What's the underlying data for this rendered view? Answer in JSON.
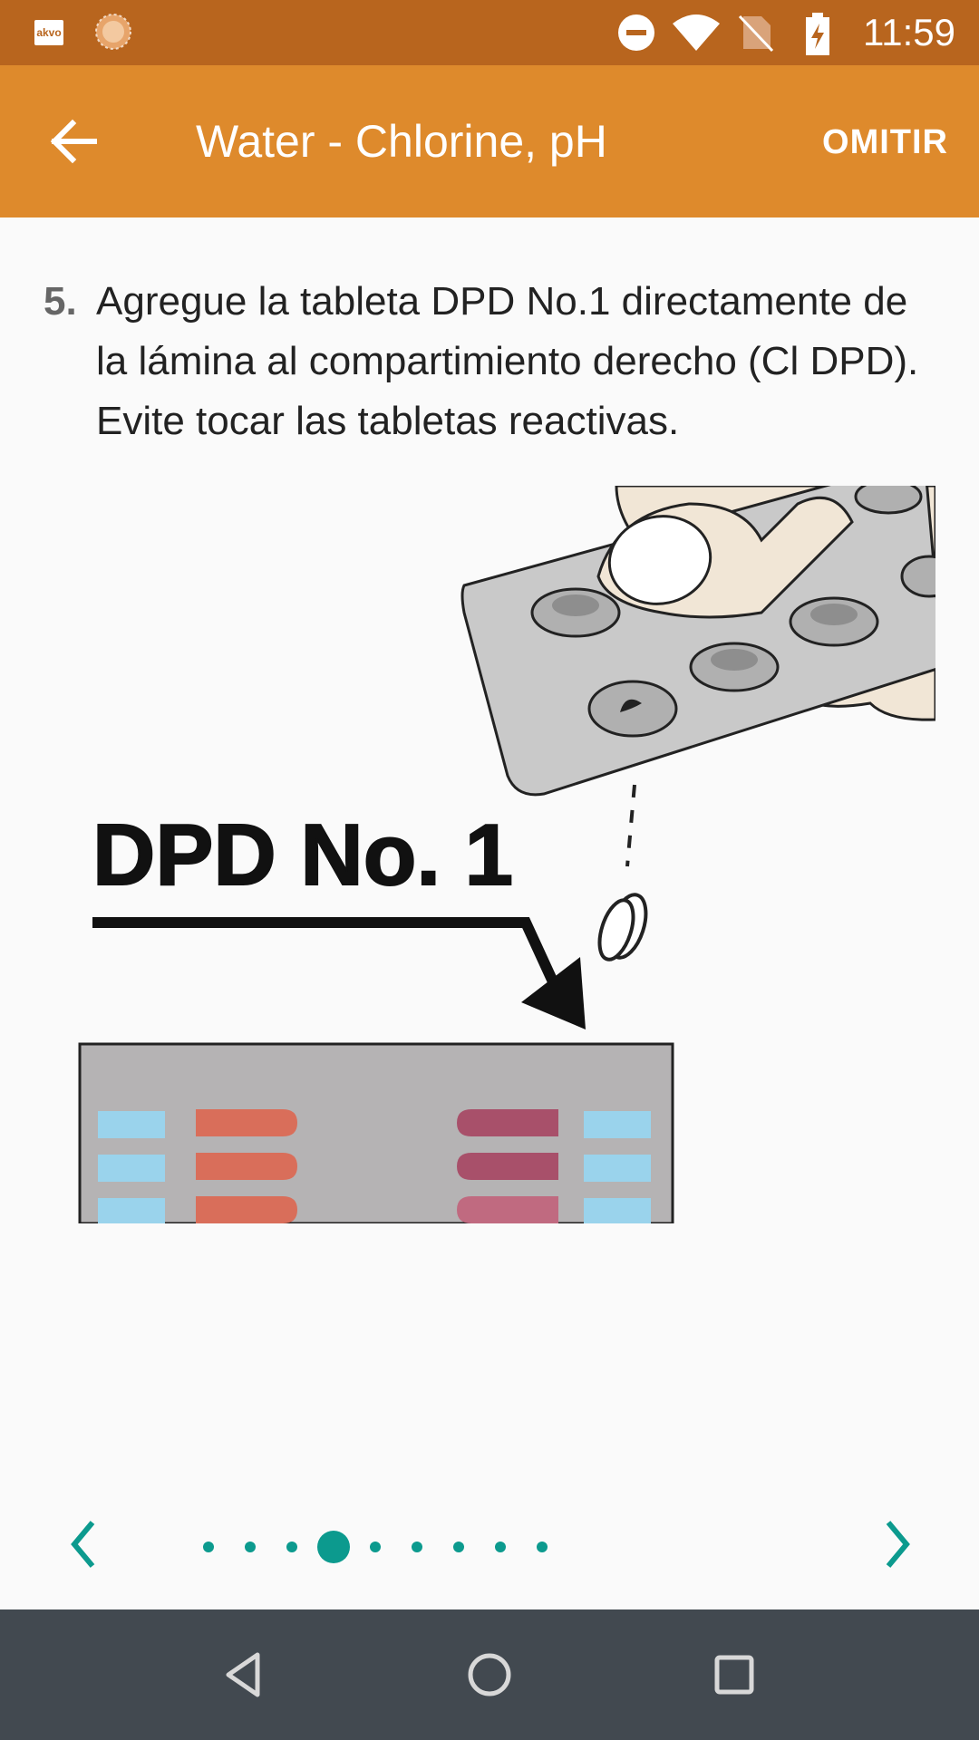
{
  "status_bar": {
    "app_badge": "akvo",
    "time": "11:59"
  },
  "app_bar": {
    "title": "Water - Chlorine, pH",
    "skip_label": "OMITIR"
  },
  "instruction": {
    "number": "5.",
    "text": "Agregue la tableta DPD No.1 directamente de la lámina al compartimiento derecho (Cl DPD). Evite tocar las tabletas reactivas."
  },
  "illustration": {
    "label": "DPD No. 1"
  },
  "pager": {
    "total_pages": 9,
    "current_page": 4
  },
  "colors": {
    "status_bar": "#b8651e",
    "app_bar": "#de8a2c",
    "accent": "#0c9a8e",
    "nav_bar": "#424950"
  }
}
